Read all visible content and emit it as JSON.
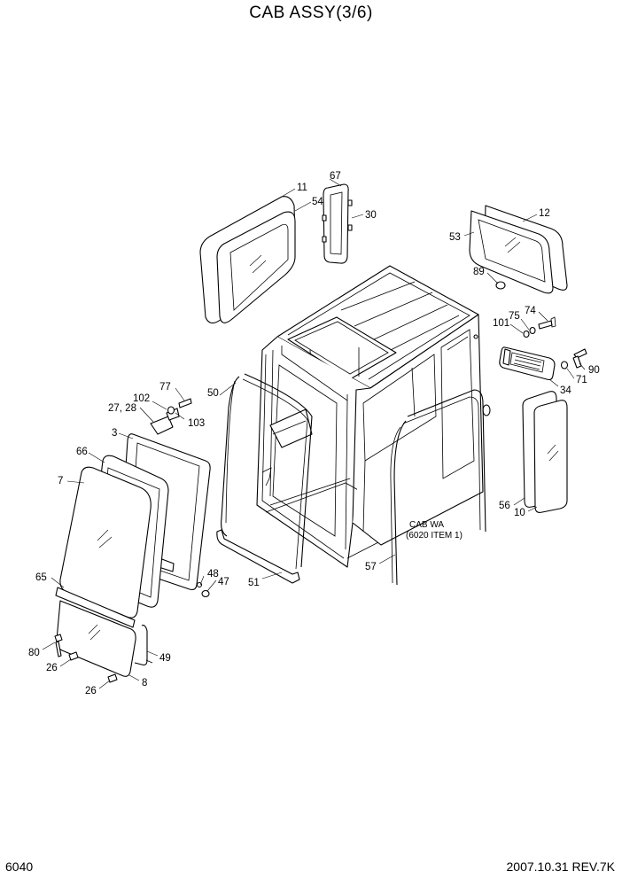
{
  "title": "CAB ASSY(3/6)",
  "page_number": "6040",
  "revision": "2007.10.31  REV.7K",
  "note_lines": [
    "CAB WA",
    "(6020 ITEM 1)"
  ],
  "callouts": [
    {
      "id": "c11",
      "text": "11"
    },
    {
      "id": "c54",
      "text": "54"
    },
    {
      "id": "c67",
      "text": "67"
    },
    {
      "id": "c30",
      "text": "30"
    },
    {
      "id": "c12",
      "text": "12"
    },
    {
      "id": "c53",
      "text": "53"
    },
    {
      "id": "c89",
      "text": "89"
    },
    {
      "id": "c74",
      "text": "74"
    },
    {
      "id": "c75",
      "text": "75"
    },
    {
      "id": "c101",
      "text": "101"
    },
    {
      "id": "c90",
      "text": "90"
    },
    {
      "id": "c71",
      "text": "71"
    },
    {
      "id": "c34",
      "text": "34"
    },
    {
      "id": "c56",
      "text": "56"
    },
    {
      "id": "c10",
      "text": "10"
    },
    {
      "id": "c77",
      "text": "77"
    },
    {
      "id": "c102",
      "text": "102"
    },
    {
      "id": "c2728",
      "text": "27, 28"
    },
    {
      "id": "c103",
      "text": "103"
    },
    {
      "id": "c50",
      "text": "50"
    },
    {
      "id": "c3",
      "text": "3"
    },
    {
      "id": "c66",
      "text": "66"
    },
    {
      "id": "c7",
      "text": "7"
    },
    {
      "id": "c65",
      "text": "65"
    },
    {
      "id": "c48",
      "text": "48"
    },
    {
      "id": "c47",
      "text": "47"
    },
    {
      "id": "c51",
      "text": "51"
    },
    {
      "id": "c57",
      "text": "57"
    },
    {
      "id": "c80",
      "text": "80"
    },
    {
      "id": "c49",
      "text": "49"
    },
    {
      "id": "c26a",
      "text": "26"
    },
    {
      "id": "c8",
      "text": "8"
    },
    {
      "id": "c26b",
      "text": "26"
    }
  ]
}
